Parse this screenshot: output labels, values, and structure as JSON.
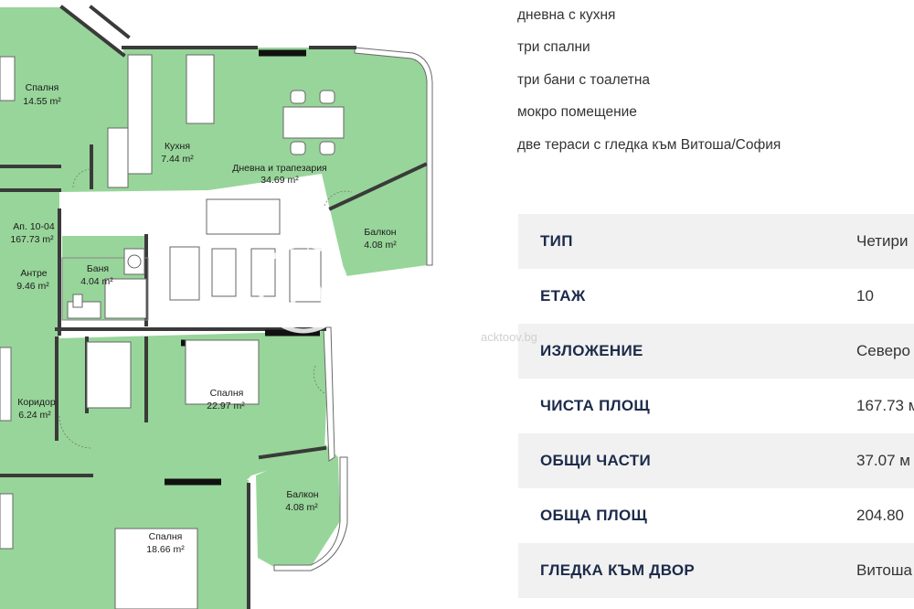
{
  "features": [
    "дневна с кухня",
    "три спални",
    "три бани с тоалетна",
    "мокро помещение",
    "две тераси с гледка към Витоша/София"
  ],
  "specs": [
    {
      "label": "ТИП",
      "value": "Четири"
    },
    {
      "label": "ЕТАЖ",
      "value": "10"
    },
    {
      "label": "ИЗЛОЖЕНИЕ",
      "value": "Северо"
    },
    {
      "label": "ЧИСТА ПЛОЩ",
      "value": "167.73 м"
    },
    {
      "label": "ОБЩИ ЧАСТИ",
      "value": "37.07 м"
    },
    {
      "label": "ОБЩА ПЛОЩ",
      "value": "204.80"
    },
    {
      "label": "ГЛЕДКА КЪМ ДВОР",
      "value": "Витоша"
    }
  ],
  "watermark": "acktoov.bg",
  "floorplan": {
    "rooms": [
      {
        "name": "Спалня",
        "area": "14.55 m²"
      },
      {
        "name": "Кухня",
        "area": "7.44 m²"
      },
      {
        "name": "Дневна и трапезария",
        "area": "34.69 m²"
      },
      {
        "name": "Балкон",
        "area": "4.08 m²"
      },
      {
        "name": "Ап. 10-04",
        "area": "167.73 m²"
      },
      {
        "name": "Баня",
        "area": "4.04 m²"
      },
      {
        "name": "Антре",
        "area": "9.46 m²"
      },
      {
        "name": "Спалня",
        "area": "22.97 m²"
      },
      {
        "name": "Коридор",
        "area": "6.24 m²"
      },
      {
        "name": "Балкон",
        "area": "4.08 m²"
      },
      {
        "name": "Спалня",
        "area": "18.66 m²"
      }
    ]
  },
  "colors": {
    "room_fill": "#98d59a",
    "wall": "#3a3a3a",
    "row_alt": "#f1f1f1",
    "heading": "#1c2b4a"
  }
}
